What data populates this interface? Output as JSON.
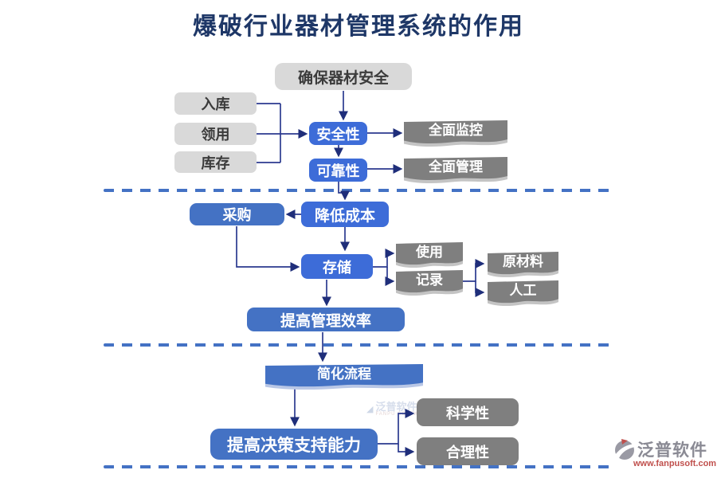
{
  "title": "爆破行业器材管理系统的作用",
  "colors": {
    "accent_blue": "#4472C4",
    "bright_blue": "#3D6CD8",
    "dark_gray": "#7F7F7F",
    "light_gray": "#D9D9D9",
    "line_navy": "#2B3A8F",
    "title_navy": "#1E3767",
    "logo_red": "#C0504D",
    "logo_gray": "#8A8A94"
  },
  "diagram": {
    "root": "确保器材安全",
    "left_items": [
      "入库",
      "领用",
      "库存"
    ],
    "safety": "安全性",
    "reliability": "可靠性",
    "monitor": "全面监控",
    "manage": "全面管理",
    "purchase": "采购",
    "reduce_cost": "降低成本",
    "storage": "存储",
    "use": "使用",
    "record": "记录",
    "raw_material": "原材料",
    "labor": "人工",
    "efficiency": "提高管理效率",
    "simplify": "简化流程",
    "decision": "提高决策支持能力",
    "scientific": "科学性",
    "reasonable": "合理性"
  },
  "watermark": {
    "text": "泛普软件",
    "sub": "FANPU SOFTWARE"
  },
  "logo": {
    "name": "泛普软件",
    "url": "www.fanpusoft.com"
  }
}
